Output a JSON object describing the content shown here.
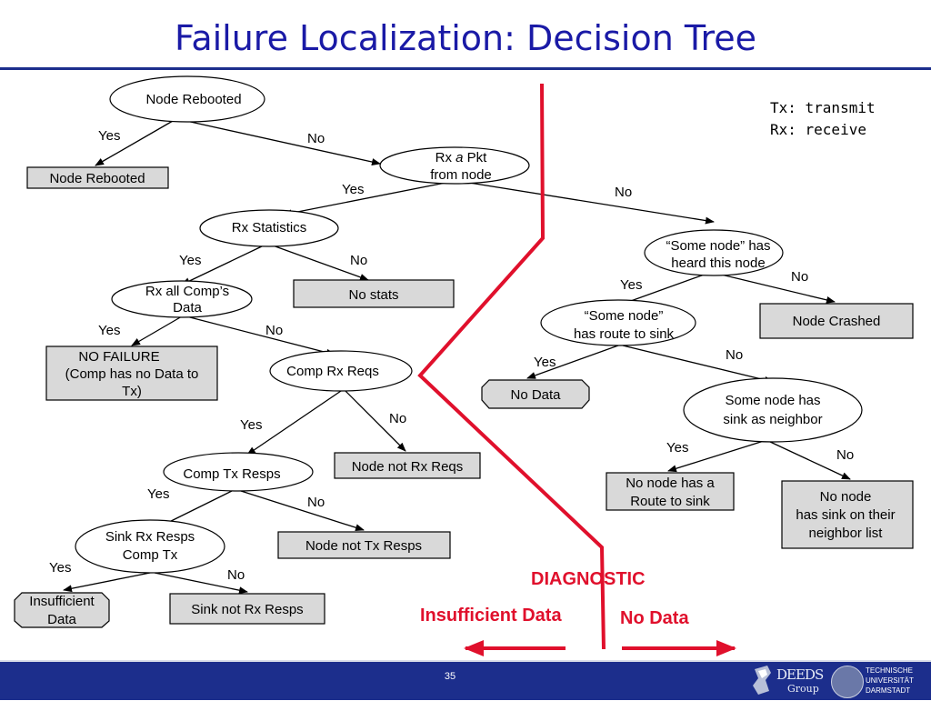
{
  "slide": {
    "title": "Failure Localization: Decision Tree",
    "page_number": "35",
    "logo_text": "DEEDS",
    "logo_sub": "Group",
    "university": [
      "TECHNISCHE",
      "UNIVERSITÄT",
      "DARMSTADT"
    ]
  },
  "legend": {
    "tx": "Tx: transmit",
    "rx": "Rx: receive"
  },
  "diagnostic": {
    "header": "DIAGNOSTIC",
    "left": "Insufficient Data",
    "right": "No Data"
  },
  "colors": {
    "title": "#1a1aa6",
    "accent_red": "#e0102c",
    "box_fill": "#d9d9d9",
    "footer": "#1c2e8c"
  },
  "nodes": {
    "q_node_rebooted": "Node Rebooted",
    "r_node_rebooted": "Node Rebooted",
    "q_rx_pkt": {
      "line1_prefix": "Rx ",
      "line1_italic": "a",
      "line1_suffix": " Pkt",
      "line2": "from node"
    },
    "q_rx_statistics": "Rx Statistics",
    "q_rx_all_comps": [
      "Rx all Comp’s",
      "Data"
    ],
    "r_no_stats": "No stats",
    "r_no_failure": [
      "NO FAILURE",
      "(Comp has no Data to",
      "Tx)"
    ],
    "q_comp_rx_reqs": "Comp Rx Reqs",
    "r_node_not_rx_reqs": "Node not Rx Reqs",
    "q_comp_tx_resps": "Comp Tx Resps",
    "r_node_not_tx_resps": "Node not Tx Resps",
    "q_sink_rx_resps": [
      "Sink Rx Resps",
      "Comp Tx"
    ],
    "r_insufficient_data": [
      "Insufficient",
      "Data"
    ],
    "r_sink_not_rx_resps": "Sink not Rx Resps",
    "q_some_node_heard": [
      "“Some node” has",
      "heard this node"
    ],
    "r_node_crashed": "Node Crashed",
    "q_some_node_route": [
      "“Some node”",
      "has route to sink"
    ],
    "r_no_data": "No Data",
    "q_sink_neighbor": [
      "Some node has",
      "sink as neighbor"
    ],
    "r_no_node_route": [
      "No node has a",
      "Route to sink"
    ],
    "r_no_node_sink_list": [
      "No node",
      "has sink on their",
      "neighbor list"
    ]
  },
  "edges": {
    "yes": "Yes",
    "no": "No"
  }
}
